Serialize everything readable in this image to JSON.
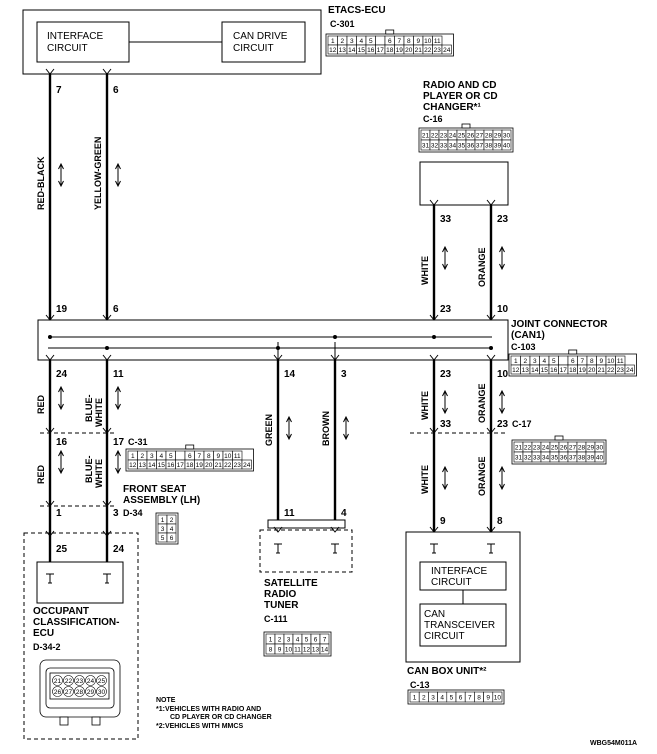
{
  "etacs": {
    "name": "ETACS-ECU",
    "connector": "C-301",
    "iface_lines": [
      "INTERFACE",
      "CIRCUIT"
    ],
    "can_lines": [
      "CAN DRIVE",
      "CIRCUIT"
    ]
  },
  "radio": {
    "lines": [
      "RADIO AND CD",
      "PLAYER OR CD",
      "CHANGER*¹"
    ],
    "connector": "C-16"
  },
  "joint": {
    "lines": [
      "JOINT CONNECTOR",
      "(CAN1)"
    ],
    "connector": "C-103"
  },
  "c17": {
    "connector": "C-17"
  },
  "c31": {
    "connector": "C-31"
  },
  "seat": {
    "lines": [
      "FRONT SEAT",
      "ASSEMBLY (LH)"
    ],
    "connector": "D-34"
  },
  "occupant": {
    "lines": [
      "OCCUPANT",
      "CLASSIFICATION-",
      "ECU"
    ],
    "connector": "D-34-2"
  },
  "satellite": {
    "lines": [
      "SATELLITE",
      "RADIO",
      "TUNER"
    ],
    "connector": "C-111"
  },
  "canbox": {
    "name": "CAN BOX UNIT*²",
    "connector": "C-13",
    "iface_lines": [
      "INTERFACE",
      "CIRCUIT"
    ],
    "trans_lines": [
      "CAN",
      "TRANSCEIVER",
      "CIRCUIT"
    ]
  },
  "note": {
    "title": "NOTE",
    "lines": [
      "*1:VEHICLES WITH RADIO AND",
      "CD PLAYER OR CD CHANGER",
      "*2:VEHICLES WITH MMCS"
    ]
  },
  "code": "WBG54M011A",
  "wire_colors": {
    "w1_top": "RED-BLACK",
    "w2_top": "YELLOW-GREEN",
    "red": "RED",
    "blue_white": [
      "BLUE-",
      "WHITE"
    ],
    "green": "GREEN",
    "brown": "BROWN",
    "white": "WHITE",
    "orange": "ORANGE"
  },
  "pins": {
    "etacs_7": "7",
    "etacs_6": "6",
    "jc_19": "19",
    "jc_6": "6",
    "jc_24": "24",
    "jc_11": "11",
    "jc_14": "14",
    "jc_3": "3",
    "jc_23a": "23",
    "jc_10a": "10",
    "jc_23b": "23",
    "jc_10b": "10",
    "radio_33": "33",
    "radio_23": "23",
    "c31_16": "16",
    "c31_17": "17",
    "d34_1": "1",
    "d34_3": "3",
    "occ_25": "25",
    "occ_24": "24",
    "sat_11": "11",
    "sat_4": "4",
    "c17_33": "33",
    "c17_23": "23",
    "cb_9": "9",
    "cb_8": "8"
  },
  "connector_grids": {
    "c301": [
      [
        "1",
        "2",
        "3",
        "4",
        "5",
        "",
        "6",
        "7",
        "8",
        "9",
        "10",
        "11"
      ],
      [
        "12",
        "13",
        "14",
        "15",
        "16",
        "17",
        "18",
        "19",
        "20",
        "21",
        "22",
        "23",
        "24"
      ]
    ],
    "c16": [
      [
        "21",
        "22",
        "23",
        "24",
        "25",
        "26",
        "27",
        "28",
        "29",
        "30"
      ],
      [
        "31",
        "32",
        "33",
        "34",
        "35",
        "36",
        "37",
        "38",
        "39",
        "40"
      ]
    ],
    "c103": [
      [
        "1",
        "2",
        "3",
        "4",
        "5",
        "",
        "6",
        "7",
        "8",
        "9",
        "10",
        "11"
      ],
      [
        "12",
        "13",
        "14",
        "15",
        "16",
        "17",
        "18",
        "19",
        "20",
        "21",
        "22",
        "23",
        "24"
      ]
    ],
    "c17": [
      [
        "21",
        "22",
        "23",
        "24",
        "25",
        "26",
        "27",
        "28",
        "29",
        "30"
      ],
      [
        "31",
        "32",
        "33",
        "34",
        "35",
        "36",
        "37",
        "38",
        "39",
        "40"
      ]
    ],
    "c31": [
      [
        "1",
        "2",
        "3",
        "4",
        "5",
        "",
        "6",
        "7",
        "8",
        "9",
        "10",
        "11"
      ],
      [
        "12",
        "13",
        "14",
        "15",
        "16",
        "17",
        "18",
        "19",
        "20",
        "21",
        "22",
        "23",
        "24"
      ]
    ],
    "d34": [
      [
        "1",
        "2"
      ],
      [
        "3",
        "4"
      ],
      [
        "5",
        "6"
      ]
    ],
    "d342": [
      [
        "21",
        "22",
        "23",
        "24",
        "25"
      ],
      [
        "26",
        "27",
        "28",
        "29",
        "30"
      ]
    ],
    "c111": [
      [
        "1",
        "2",
        "3",
        "4",
        "5",
        "6",
        "7"
      ],
      [
        "8",
        "9",
        "10",
        "11",
        "12",
        "13",
        "14"
      ]
    ],
    "c13": [
      [
        "1",
        "2",
        "3",
        "4",
        "5",
        "6",
        "7",
        "8",
        "9",
        "10"
      ]
    ]
  }
}
